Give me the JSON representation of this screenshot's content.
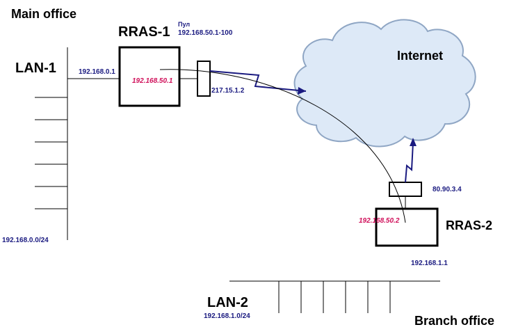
{
  "labels": {
    "main_office": "Main office",
    "branch_office": "Branch office",
    "lan1": "LAN-1",
    "lan2": "LAN-2",
    "rras1": "RRAS-1",
    "rras2": "RRAS-2",
    "internet": "Internet",
    "pool_title": "Пул",
    "pool_range": "192.168.50.1-100",
    "rras1_lan_ip": "192.168.0.1",
    "rras1_tunnel_ip": "192.168.50.1",
    "rras1_wan_ip": "217.15.1.2",
    "lan1_net": "192.168.0.0/24",
    "rras2_wan_ip": "80.90.3.4",
    "rras2_tunnel_ip": "192.168.50.2",
    "rras2_lan_ip": "192.168.1.1",
    "lan2_net": "192.168.1.0/24"
  },
  "colors": {
    "line": "#000000",
    "ip_text": "#1a1a80",
    "tunnel_ip_text": "#d0105a",
    "wan_link": "#1a1a80",
    "cloud_fill": "#dde9f7",
    "cloud_stroke": "#8fa6c4"
  }
}
